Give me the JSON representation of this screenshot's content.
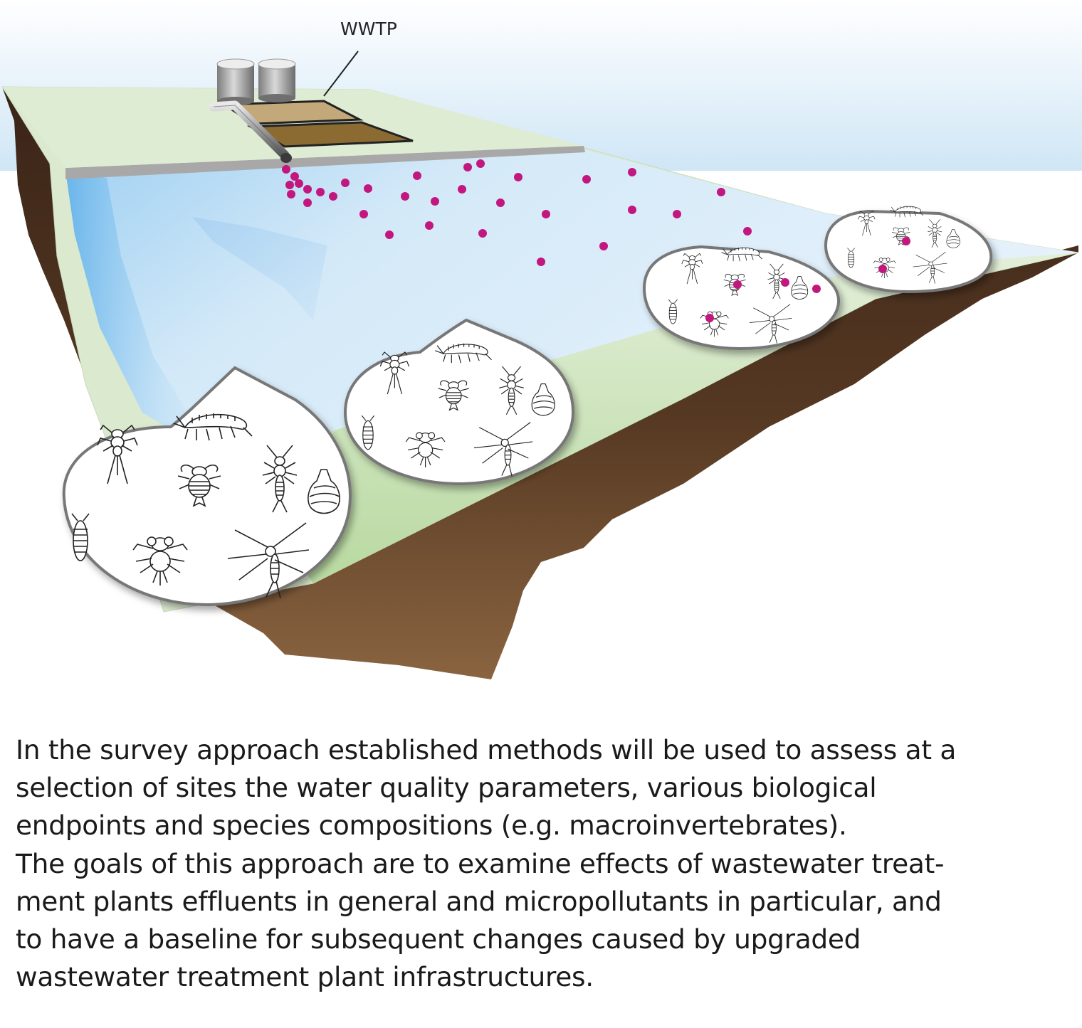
{
  "diagram": {
    "plant_label": "WWTP",
    "caption_lines": [
      "In the survey approach established methods will be used to assess at a",
      "selection of sites the water quality parameters, various biological",
      "endpoints and species compositions (e.g. macroinvertebrates).",
      "The goals of this approach are to examine effects of wastewater treat-",
      "ment plants effluents in general and micropollutants in particular, and",
      "to have a baseline for subsequent changes caused by upgraded",
      "wastewater treatment plant infrastructures."
    ],
    "colors": {
      "pollutant": "#c2177e",
      "water_light": "#d9ebf8",
      "water_dark": "#8ec4ee",
      "bank_green": "#dbe9cf",
      "earth_dark": "#3a2418",
      "earth_light": "#8a6440"
    },
    "sampling_sites": 4
  }
}
